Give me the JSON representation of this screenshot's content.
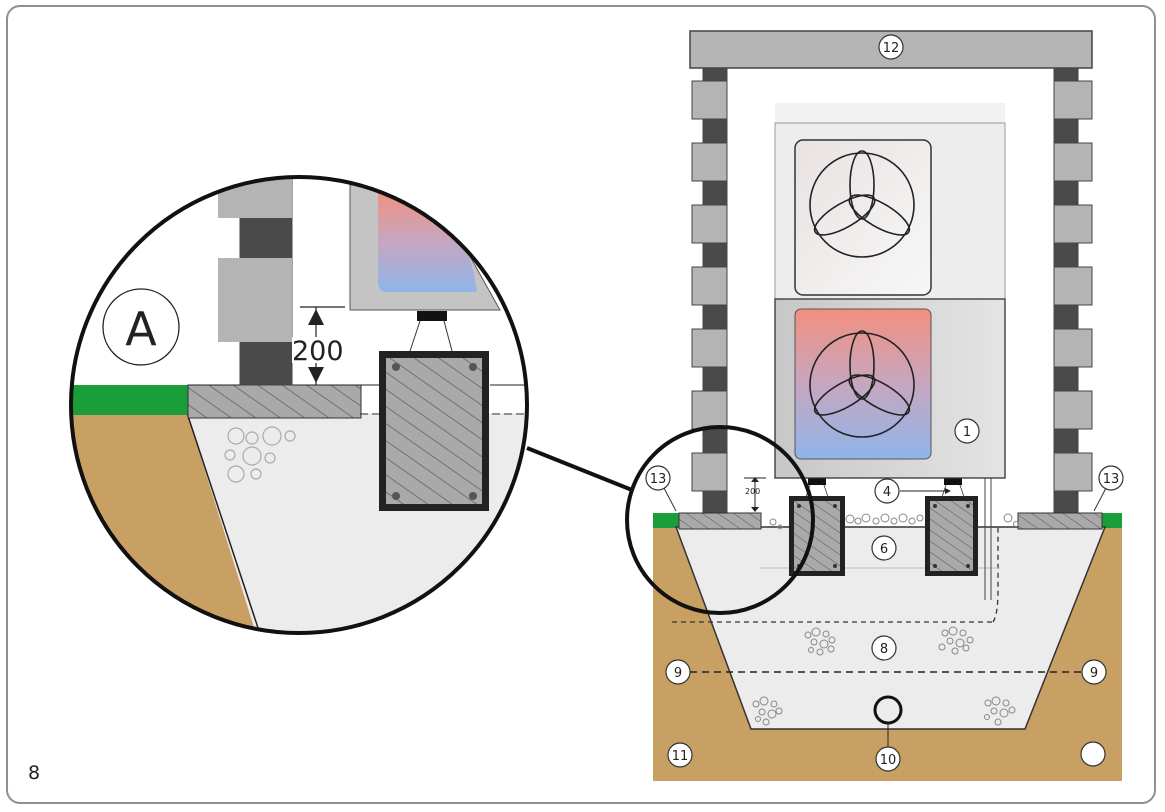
{
  "figure": {
    "page_number": "8",
    "detail_label": "A",
    "dimension_main": "200",
    "dimension_small": "200",
    "callouts": [
      "1",
      "4",
      "6",
      "8",
      "9",
      "9",
      "10",
      "11",
      "12",
      "13",
      "13"
    ],
    "colors": {
      "soil": "#c9a064",
      "grass": "#1a9e3a",
      "gravel_bed": "#ececec",
      "hot": "#f2907e",
      "cold": "#8fb5ea",
      "block_light": "#b4b4b4",
      "block_dark": "#4a4a4a"
    }
  }
}
